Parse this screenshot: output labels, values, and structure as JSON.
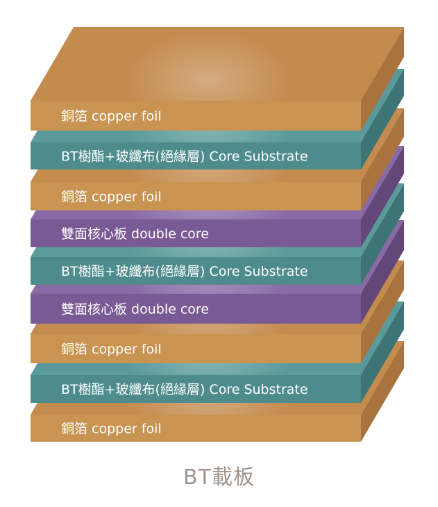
{
  "caption": "BT載板",
  "colors": {
    "copper": {
      "front": "#c99352",
      "top": "#c48b4f",
      "side": "#a9733f"
    },
    "core_substrate": {
      "front": "#4e8b8d",
      "top": "#5b9a9b",
      "side": "#3e7476"
    },
    "double_core": {
      "front": "#7a5a94",
      "top": "#8a6aa6",
      "side": "#634779"
    }
  },
  "layers": [
    {
      "type": "copper",
      "label": "銅箔 copper foil"
    },
    {
      "type": "core_substrate",
      "label": "BT樹酯+玻纖布(絕緣層) Core Substrate"
    },
    {
      "type": "copper",
      "label": "銅箔 copper foil"
    },
    {
      "type": "double_core",
      "label": "雙面核心板 double core"
    },
    {
      "type": "core_substrate",
      "label": "BT樹酯+玻纖布(絕緣層) Core Substrate"
    },
    {
      "type": "double_core",
      "label": "雙面核心板 double core"
    },
    {
      "type": "copper",
      "label": "銅箔 copper foil"
    },
    {
      "type": "core_substrate",
      "label": "BT樹酯+玻纖布(絕緣層) Core Substrate"
    },
    {
      "type": "copper",
      "label": "銅箔 copper foil"
    }
  ]
}
